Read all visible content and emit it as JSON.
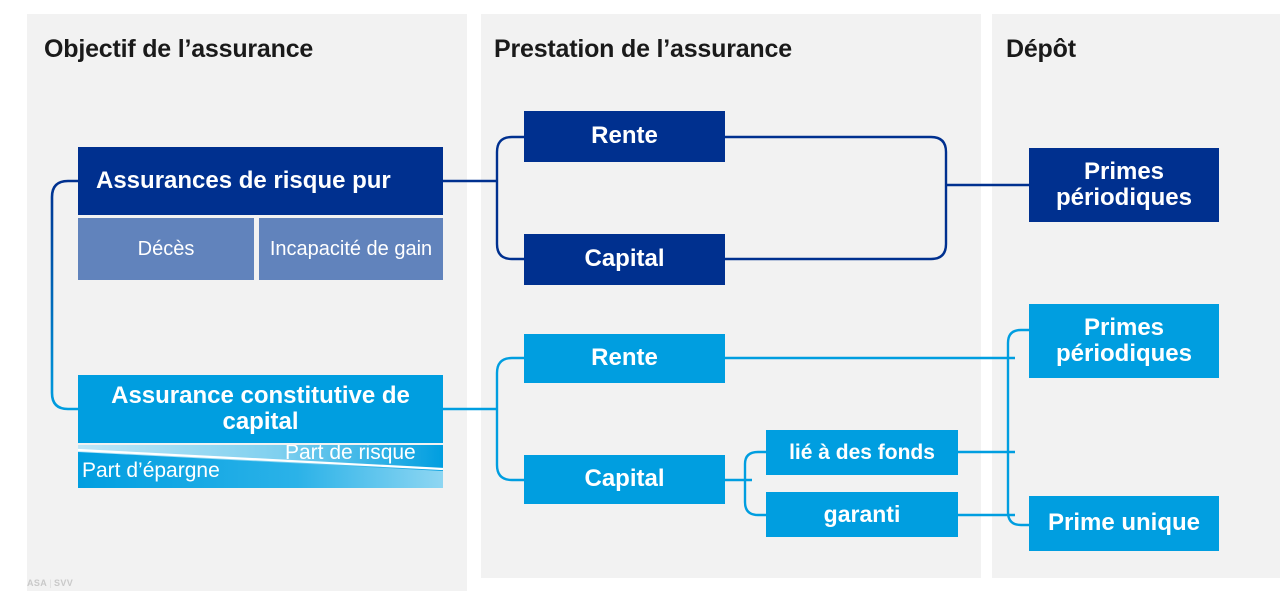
{
  "panels": {
    "objectif": {
      "title": "Objectif de l’assurance"
    },
    "prestation": {
      "title": "Prestation de l’assurance"
    },
    "depot": {
      "title": "Dépôt"
    }
  },
  "objectif": {
    "risque_pur": {
      "label": "Assurances de risque pur"
    },
    "sub": [
      {
        "label": "Décès"
      },
      {
        "label": "Incapacité de gain"
      }
    ],
    "constitutive": {
      "label": "Assurance constitutive de capital"
    },
    "split": {
      "epargne": "Part d’épargne",
      "risque": "Part de risque"
    }
  },
  "prestation": {
    "risque_pur_branches": [
      {
        "label": "Rente"
      },
      {
        "label": "Capital"
      }
    ],
    "constitutive_branches": [
      {
        "label": "Rente"
      },
      {
        "label": "Capital"
      }
    ],
    "capital_sub": [
      {
        "label": "lié à des fonds"
      },
      {
        "label": "garanti"
      }
    ]
  },
  "depot": {
    "items": [
      {
        "label": "Primes périodiques"
      },
      {
        "label": "Primes périodiques"
      },
      {
        "label": "Prime unique"
      }
    ]
  },
  "footer": {
    "logo_left": "ASA",
    "logo_sep": "|",
    "logo_right": "SVV"
  },
  "colors": {
    "dark_blue": "#00308f",
    "light_blue": "#009ee0",
    "mid_blue": "#6183bc",
    "panel_bg": "#f2f2f2",
    "page_bg": "#ffffff",
    "title_text": "#1a1a1a",
    "logo_gray": "#c9c9c9"
  }
}
